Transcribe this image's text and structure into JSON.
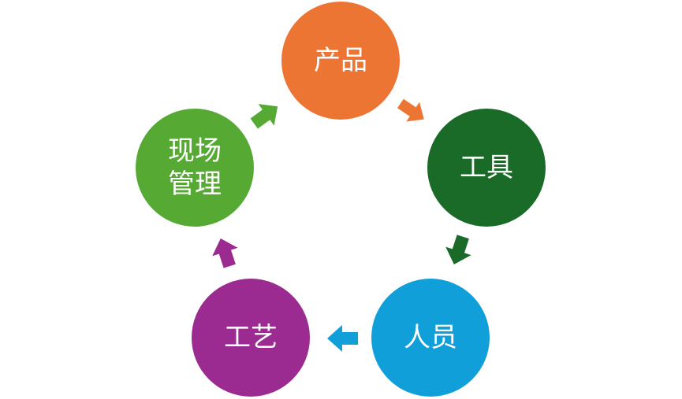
{
  "nodes": [
    {
      "id": "product",
      "label": "产品",
      "color": "#ed7534"
    },
    {
      "id": "tools",
      "label": "工具",
      "color": "#1a6b27"
    },
    {
      "id": "people",
      "label": "人员",
      "color": "#109fd9"
    },
    {
      "id": "process",
      "label": "工艺",
      "color": "#9c2b91"
    },
    {
      "id": "site",
      "label_lines": [
        "现场",
        "管理"
      ],
      "color": "#56aa34"
    }
  ]
}
